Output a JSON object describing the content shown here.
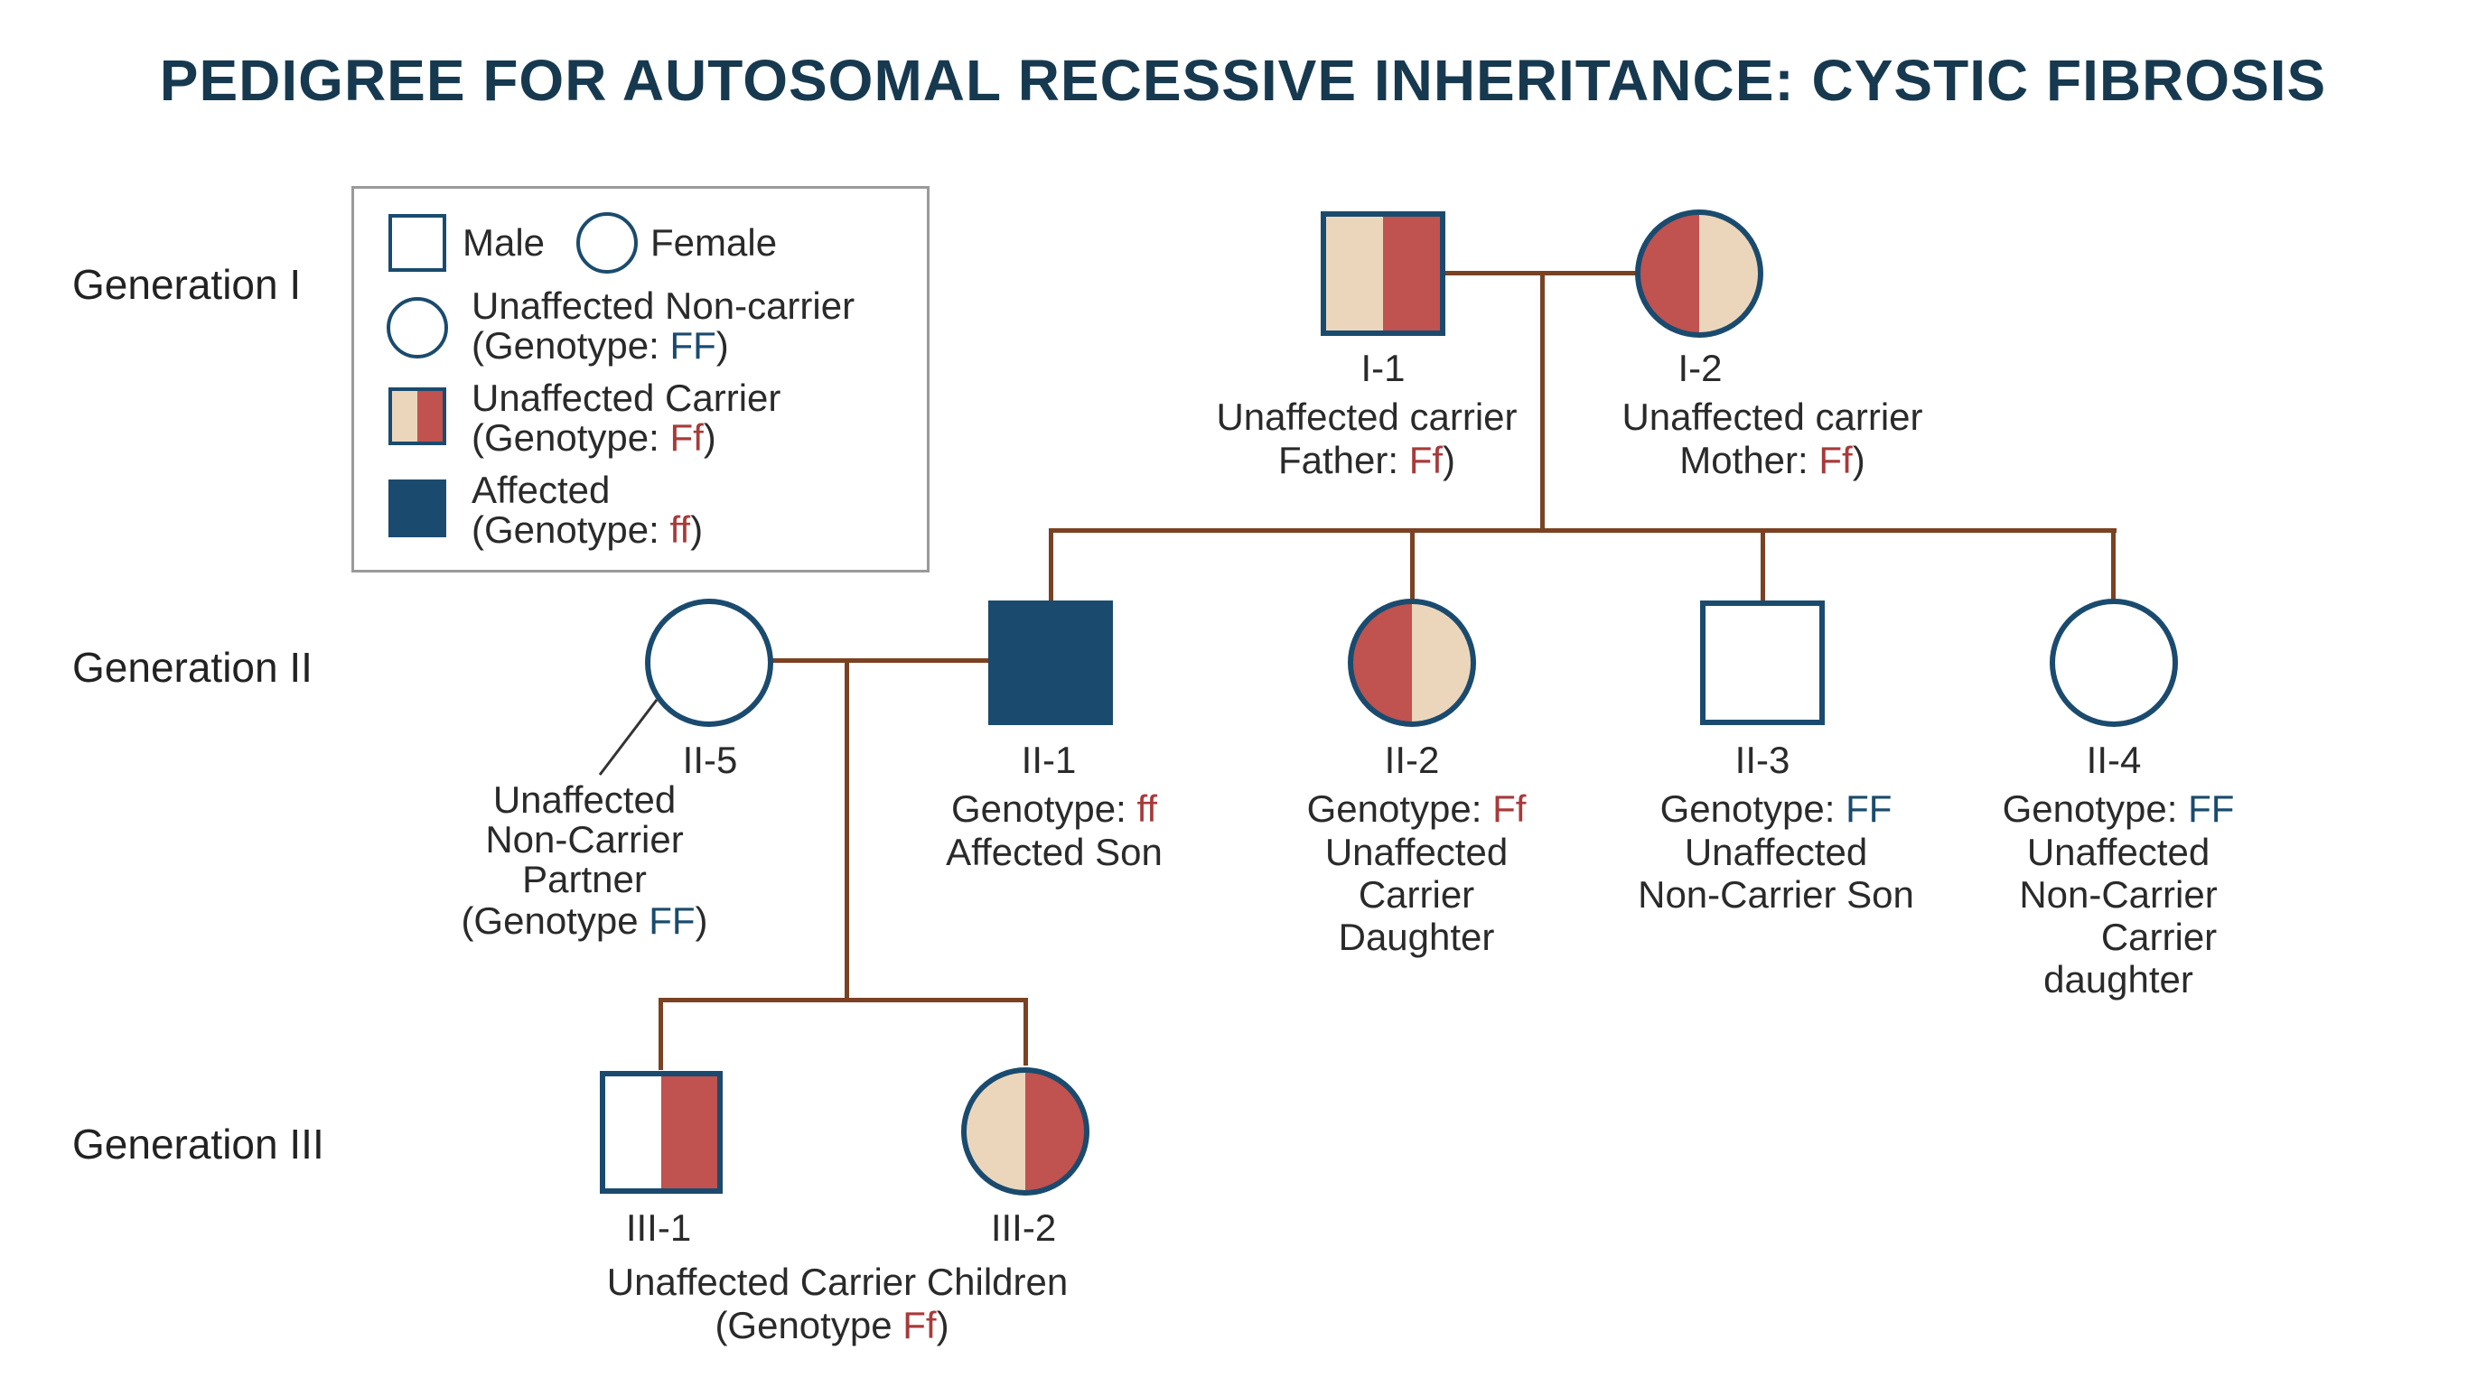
{
  "title": "PEDIGREE FOR AUTOSOMAL RECESSIVE INHERITANCE: CYSTIC FIBROSIS",
  "generations": [
    "Generation I",
    "Generation II",
    "Generation III"
  ],
  "legend": {
    "male": "Male",
    "female": "Female",
    "noncarrier_title": "Unaffected Non-carrier",
    "noncarrier_gt_prefix": "(Genotype: ",
    "noncarrier_gt": "FF",
    "carrier_title": "Unaffected Carrier",
    "carrier_gt_prefix": "(Genotype: ",
    "carrier_gt": "Ff",
    "affected_title": "Affected",
    "affected_gt_prefix": "(Genotype: ",
    "affected_gt": "ff",
    "close_paren": ")"
  },
  "individuals": {
    "I1": {
      "id": "I-1",
      "line1": "Unaffected carrier",
      "line2_prefix": "Father: ",
      "genotype": "Ff",
      "suffix": ")"
    },
    "I2": {
      "id": "I-2",
      "line1": "Unaffected carrier",
      "line2_prefix": "Mother: ",
      "genotype": "Ff",
      "suffix": ")"
    },
    "II5": {
      "id": "II-5",
      "line1": "Unaffected",
      "line2": "Non-Carrier",
      "line3": "Partner",
      "gt_prefix": "(Genotype ",
      "genotype": "FF",
      "suffix": ")"
    },
    "II1": {
      "id": "II-1",
      "gt_prefix": "Genotype: ",
      "genotype": "ff",
      "line1": "Affected Son"
    },
    "II2": {
      "id": "II-2",
      "gt_prefix": "Genotype: ",
      "genotype": "Ff",
      "line1": "Unaffected",
      "line2": "Carrier",
      "line3": "Daughter"
    },
    "II3": {
      "id": "II-3",
      "gt_prefix": "Genotype: ",
      "genotype": "FF",
      "line1": "Unaffected",
      "line2": "Non-Carrier Son"
    },
    "II4": {
      "id": "II-4",
      "gt_prefix": "Genotype: ",
      "genotype": "FF",
      "line1": "Unaffected",
      "line2": "Non-Carrier",
      "line3": "Carrier",
      "line4": "daughter"
    },
    "III1": {
      "id": "III-1"
    },
    "III2": {
      "id": "III-2"
    }
  },
  "children_caption": {
    "line1": "Unaffected Carrier Children",
    "gt_prefix": "(Genotype ",
    "genotype": "Ff",
    "suffix": ")"
  },
  "colors": {
    "title": "#17394f",
    "affected": "#1a4b6e",
    "carrier_red": "#c0524f",
    "carrier_beige": "#ecd6bb",
    "line": "#7a4222",
    "genotype_red": "#a83a3a",
    "genotype_blue": "#1a4b6e"
  }
}
